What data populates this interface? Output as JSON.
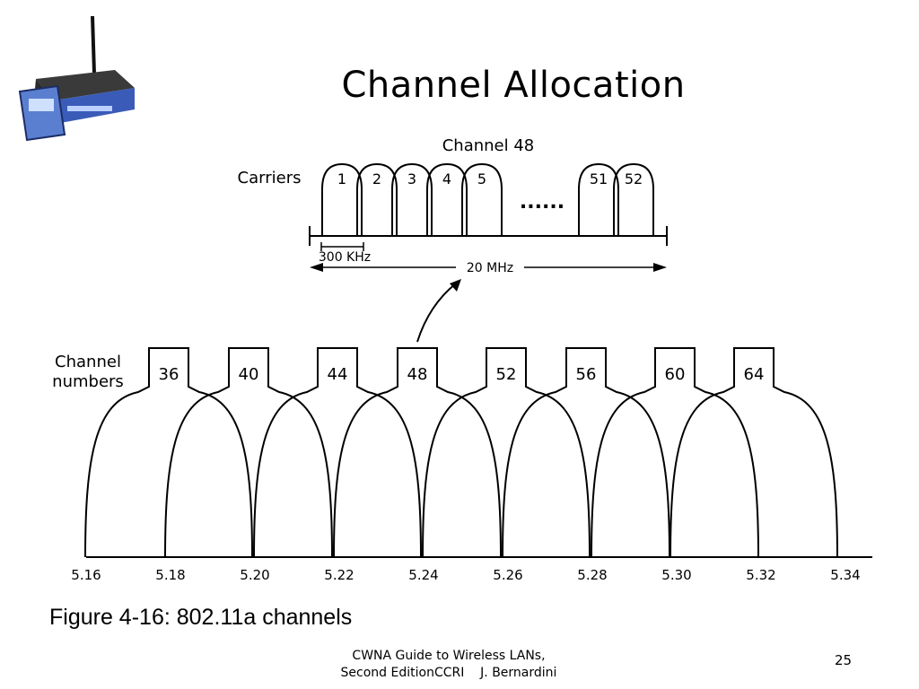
{
  "slide": {
    "title": "Channel Allocation",
    "caption": "Figure 4-16: 802.11a channels",
    "footer_line1": "CWNA Guide to Wireless LANs,",
    "footer_line2": "Second EditionCCRI    J. Bernardini",
    "page_number": "25"
  },
  "logo": {
    "icon": "wireless-router-icon"
  },
  "zoom": {
    "title": "Channel 48",
    "carriers_label": "Carriers",
    "carriers": [
      "1",
      "2",
      "3",
      "4",
      "5",
      "51",
      "52"
    ],
    "ellipsis": "......",
    "spacing_label": "300 KHz",
    "width_label": "20 MHz"
  },
  "channels": {
    "label_line1": "Channel",
    "label_line2": "numbers",
    "numbers": [
      "36",
      "40",
      "44",
      "48",
      "52",
      "56",
      "60",
      "64"
    ],
    "frequencies": [
      "5.16",
      "5.18",
      "5.20",
      "5.22",
      "5.24",
      "5.26",
      "5.28",
      "5.30",
      "5.32",
      "5.34"
    ]
  },
  "colors": {
    "router_body": "#2b2b2b",
    "router_blue": "#3a5bb8",
    "line": "#000000"
  }
}
